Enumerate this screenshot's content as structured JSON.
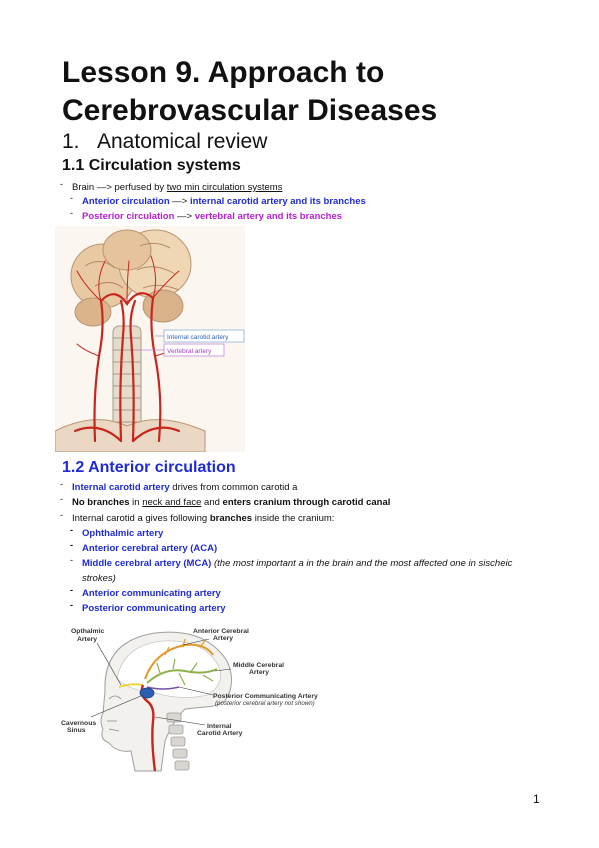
{
  "title": "Lesson 9. Approach to Cerebrovascular Diseases",
  "section": {
    "number": "1.",
    "title": "Anatomical review"
  },
  "sub1": {
    "title": "1.1 Circulation systems",
    "b1": {
      "text1": "Brain —> perfused by ",
      "underlined": "two min circulation systems"
    },
    "b2": {
      "label": "Anterior circulation",
      "arrow": " —> ",
      "target": "internal carotid artery and its branches"
    },
    "b3": {
      "label": "Posterior circulation",
      "arrow": " —> ",
      "target": "vertebral artery and its branches"
    },
    "figure_labels": {
      "ica": "Internal carotid artery",
      "va": "Vertebral artery"
    }
  },
  "sub2": {
    "title": "1.2 Anterior circulation",
    "b1": {
      "label": "Internal carotid artery",
      "rest": " drives from common carotid a"
    },
    "b2": {
      "bold1": "No branches",
      "t1": " in ",
      "underlined": "neck and face",
      "t2": " and ",
      "bold2": "enters cranium through carotid canal"
    },
    "b3": {
      "t1": "Internal carotid a gives following ",
      "bold": "branches",
      "t2": " inside the cranium:"
    },
    "branches": {
      "b1": "Ophthalmic artery",
      "b2": "Anterior cerebral artery (ACA)",
      "b3_label": "Middle cerebral artery (MCA)",
      "b3_note1": " (the most important a in the brain and the most affected one in sischeic",
      "b3_note2": "strokes)",
      "b4": "Anterior communicating artery",
      "b5": "Posterior communicating artery"
    },
    "figure_labels": {
      "opth1": "Opthalmic",
      "opth2": "Artery",
      "aca1": "Anterior Cerebral",
      "aca2": "Artery",
      "mca1": "Middle Cerebral",
      "mca2": "Artery",
      "pca1": "Posterior Communicating Artery",
      "pca2": "(posterior cerebral artery not shown)",
      "ica1": "Internal",
      "ica2": "Carotid Artery",
      "cs1": "Cavernous",
      "cs2": "Sinus"
    }
  },
  "page_number": "1",
  "colors": {
    "blue": "#1f2bd6",
    "magenta": "#b71fd4",
    "artery_red": "#c8261c"
  }
}
